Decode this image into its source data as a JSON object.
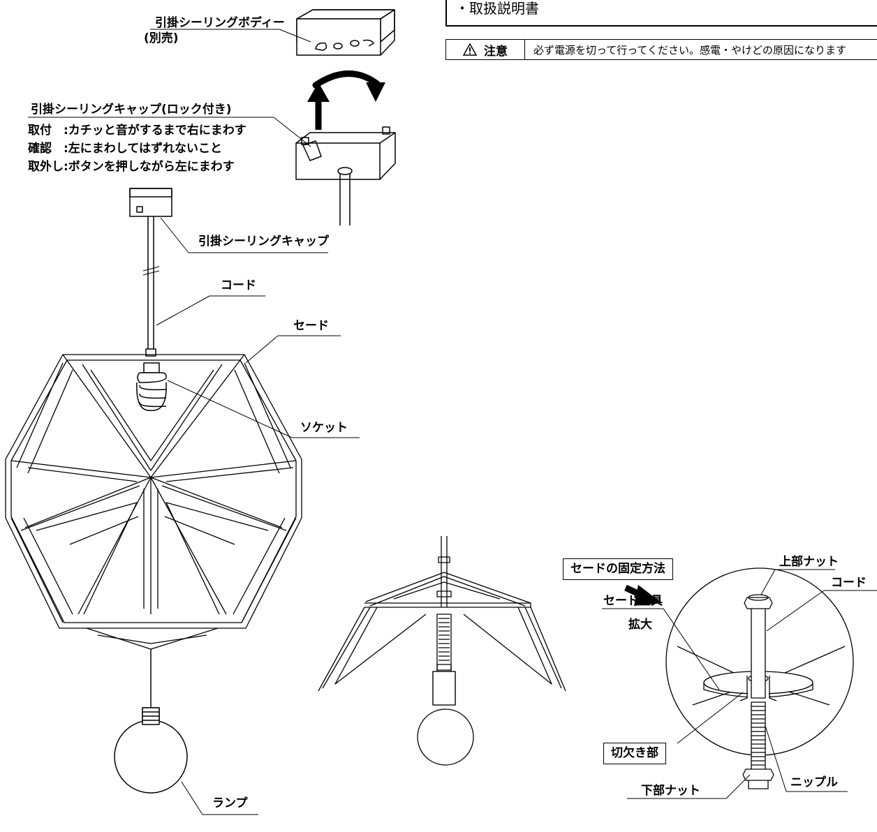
{
  "document": {
    "title": "・取扱説明書",
    "caution_label": "注意",
    "caution_text": "必ず電源を切って行ってください。感電・やけどの原因になります"
  },
  "labels": {
    "ceiling_body": "引掛シーリングボディー",
    "ceiling_body_note": "(別売)",
    "ceiling_cap_lock": "引掛シーリングキャップ(ロック付き)",
    "instr_attach": "取付　:カチッと音がするまで右にまわす",
    "instr_confirm": "確認　:左にまわしてはずれないこと",
    "instr_remove": "取外し:ボタンを押しながら左にまわす",
    "ceiling_cap": "引掛シーリングキャップ",
    "cord": "コード",
    "shade": "セード",
    "socket": "ソケット",
    "lamp": "ランプ"
  },
  "detail": {
    "title": "セードの固定方法",
    "upper_nut": "上部ナット",
    "cord": "コード",
    "shade_fitting": "セード金具",
    "enlarge": "拡大",
    "notch": "切欠き部",
    "lower_nut": "下部ナット",
    "nipple": "ニップル"
  },
  "icons": {
    "warning": "warning-triangle-icon",
    "rotate_arrow": "rotate-arrow-icon",
    "up_arrow": "up-arrow-icon",
    "enlarge_arrow": "enlarge-arrow-icon"
  }
}
